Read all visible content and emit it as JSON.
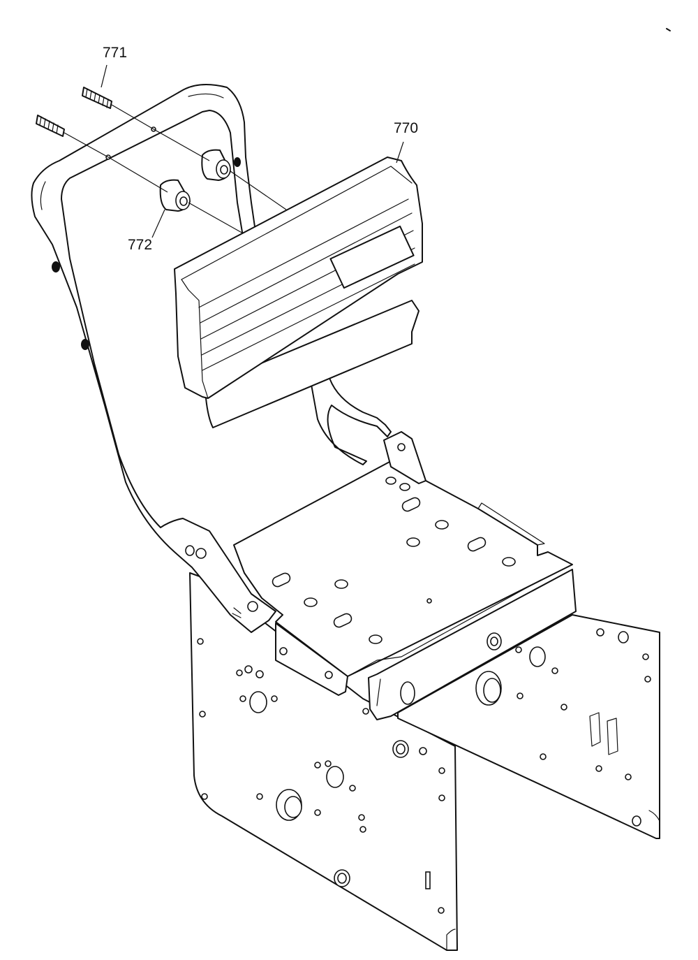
{
  "diagram": {
    "labels": {
      "backrest": "770",
      "screw": "771",
      "spacer": "772"
    }
  }
}
